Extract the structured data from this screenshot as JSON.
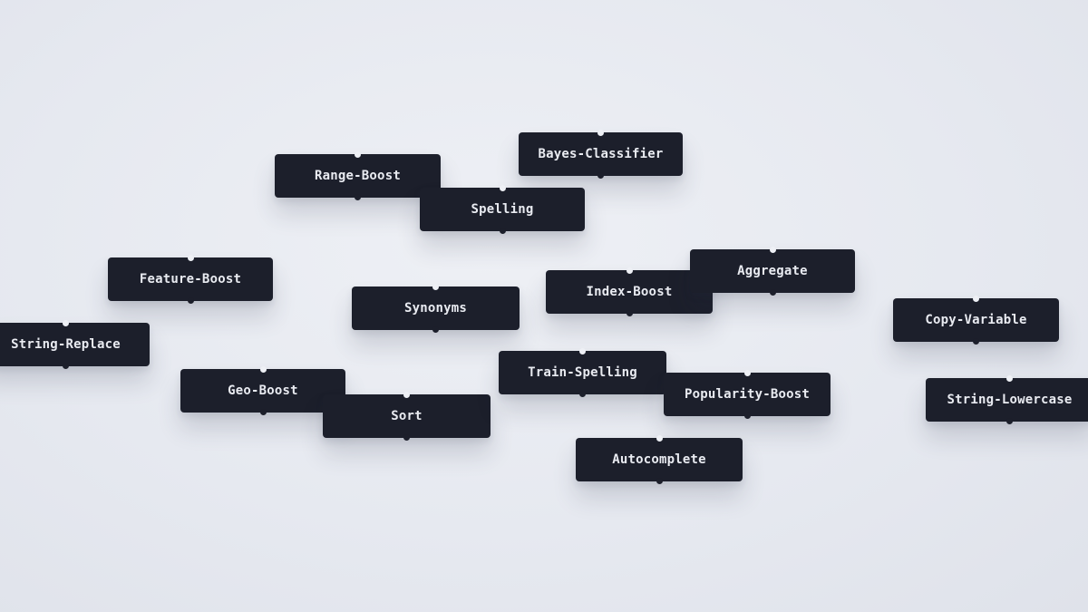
{
  "nodes": [
    {
      "id": "range-boost",
      "label": "Range-Boost"
    },
    {
      "id": "bayes-classifier",
      "label": "Bayes-Classifier"
    },
    {
      "id": "spelling",
      "label": "Spelling"
    },
    {
      "id": "feature-boost",
      "label": "Feature-Boost"
    },
    {
      "id": "synonyms",
      "label": "Synonyms"
    },
    {
      "id": "index-boost",
      "label": "Index-Boost"
    },
    {
      "id": "aggregate",
      "label": "Aggregate"
    },
    {
      "id": "copy-variable",
      "label": "Copy-Variable"
    },
    {
      "id": "string-replace",
      "label": "String-Replace"
    },
    {
      "id": "geo-boost",
      "label": "Geo-Boost"
    },
    {
      "id": "sort",
      "label": "Sort"
    },
    {
      "id": "train-spelling",
      "label": "Train-Spelling"
    },
    {
      "id": "popularity-boost",
      "label": "Popularity-Boost"
    },
    {
      "id": "string-lowercase",
      "label": "String-Lowercase"
    },
    {
      "id": "autocomplete",
      "label": "Autocomplete"
    }
  ]
}
